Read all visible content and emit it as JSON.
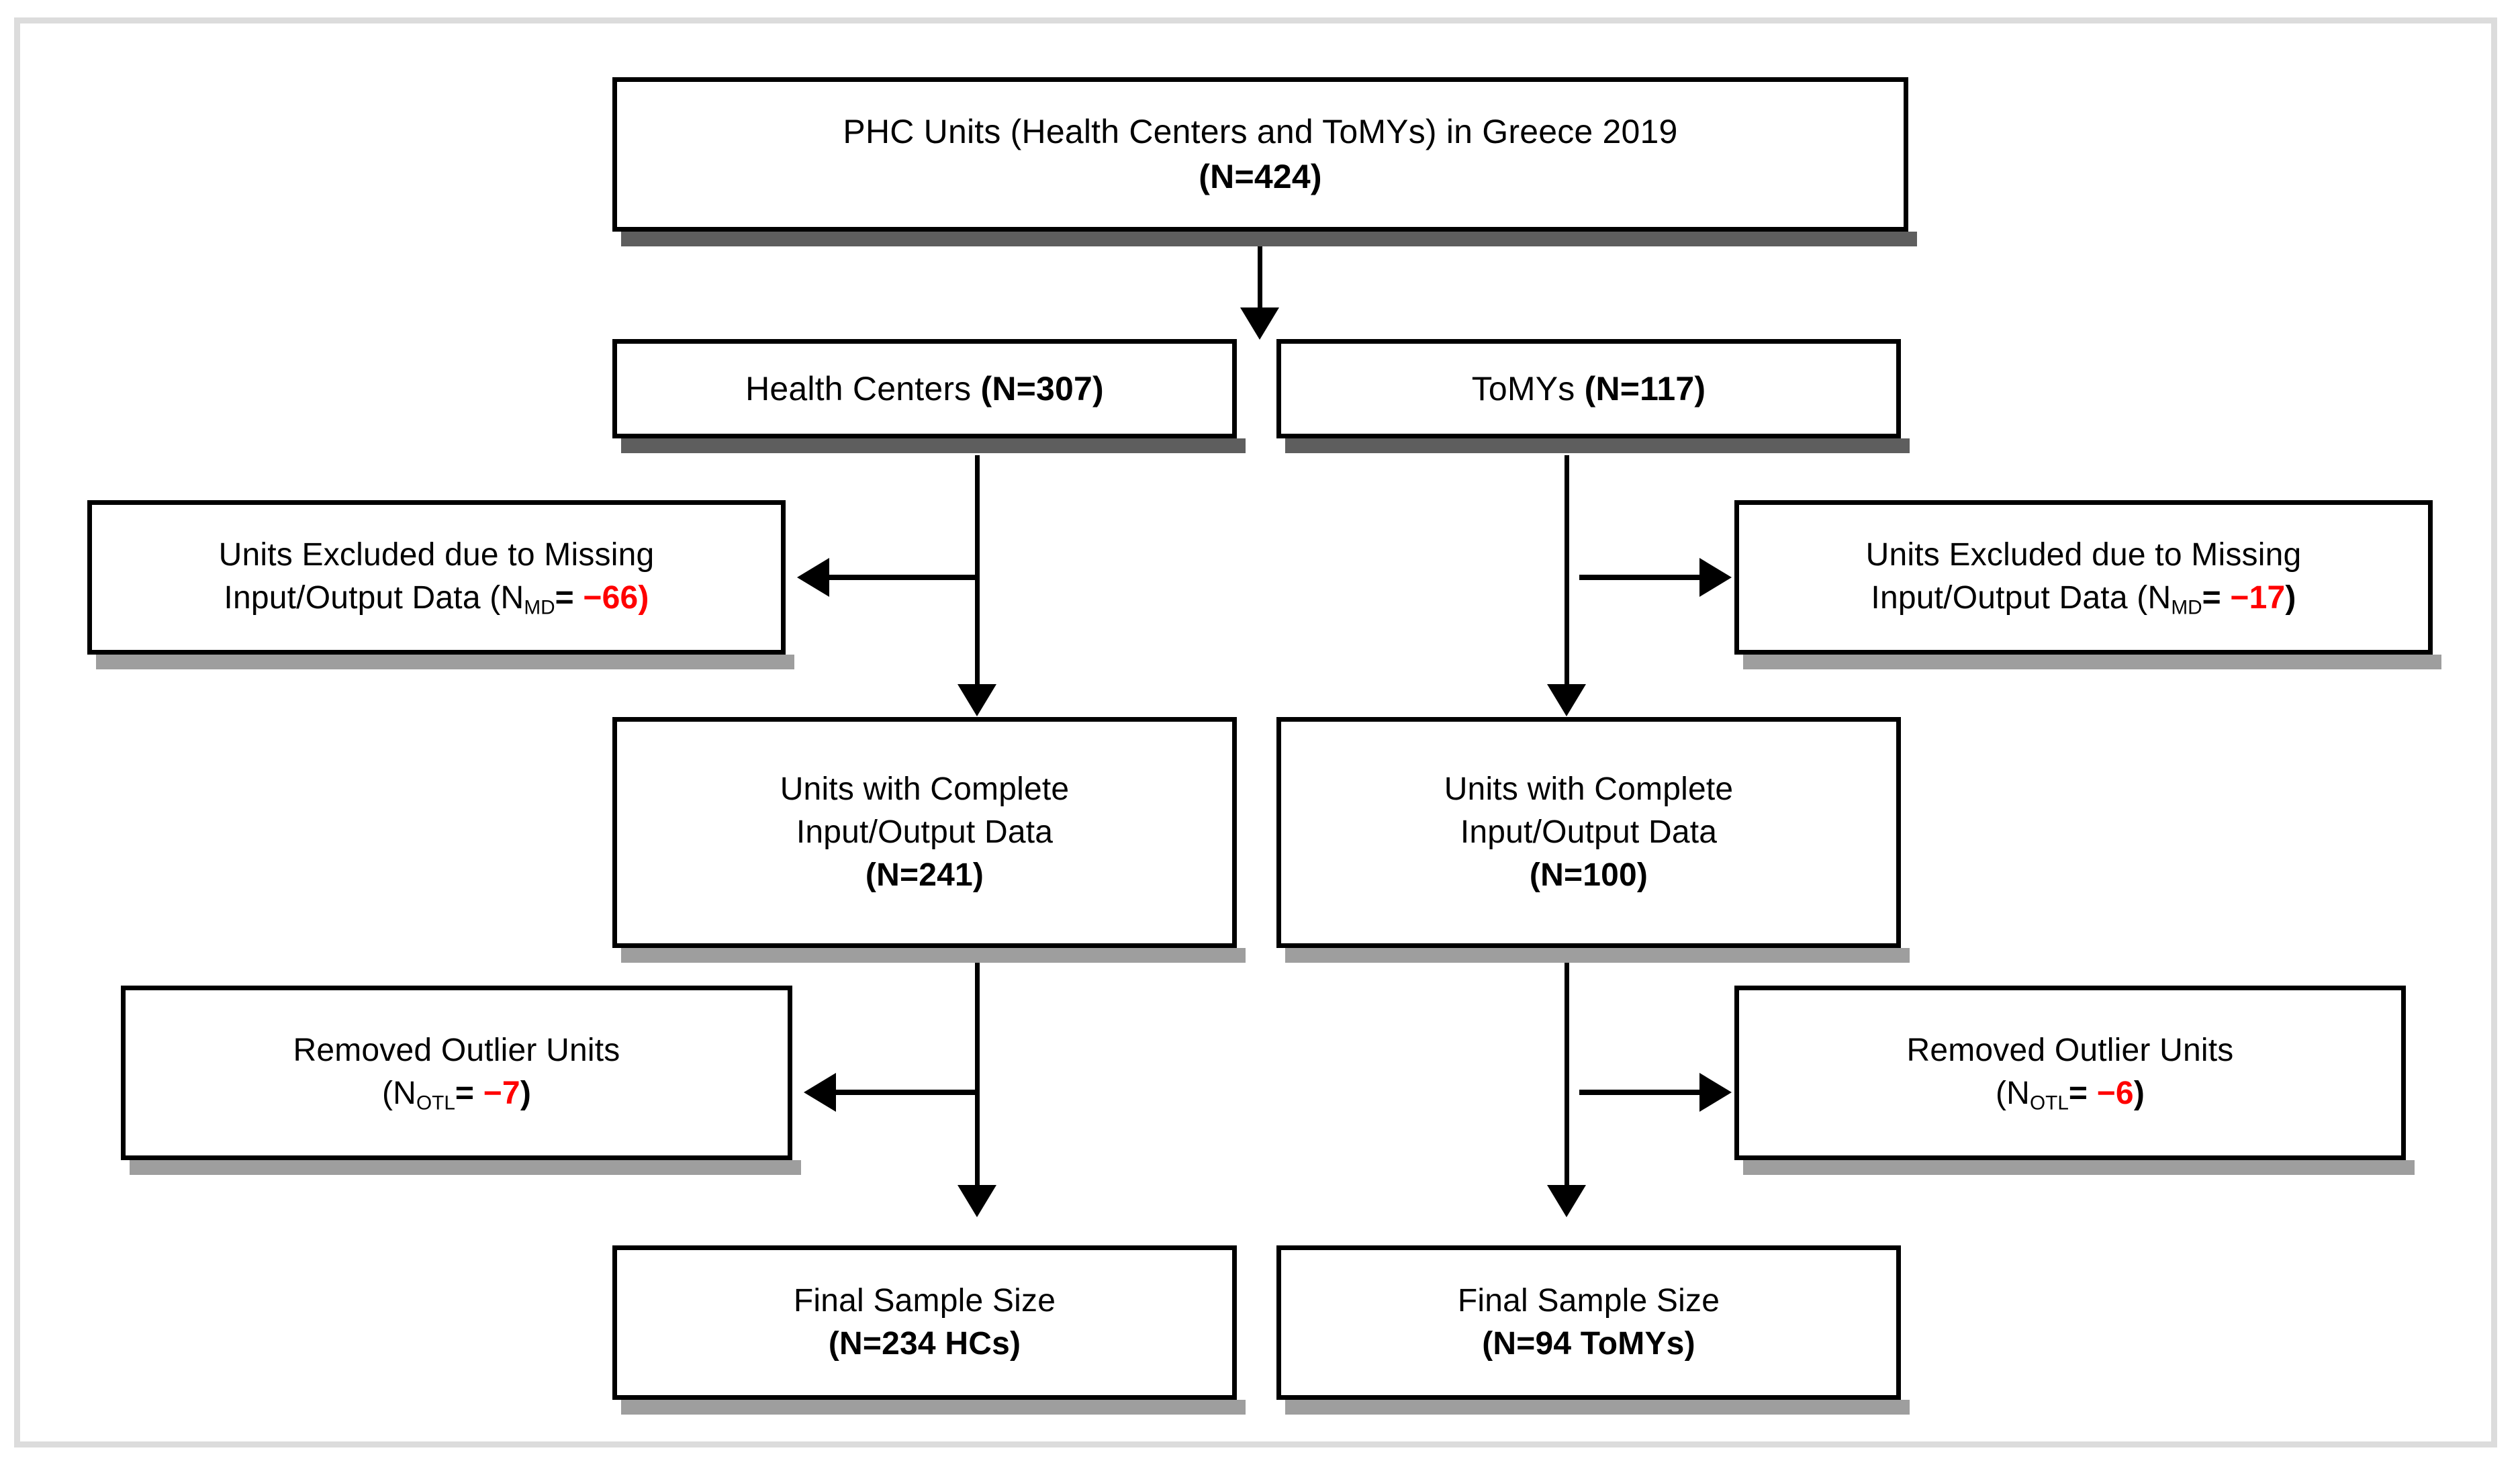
{
  "figure": {
    "type": "flowchart",
    "title": "PHC study sample selection flow diagram",
    "accent_red": "#ff0000",
    "box_border": "#000000",
    "shadow_color": "#9e9e9e",
    "frame_color": "#dcdcdc"
  },
  "nodes": {
    "source": {
      "line1": "PHC Units (Health Centers and ToMYs) in Greece 2019",
      "line2": "(N=424)",
      "n": 424
    },
    "hc_branch": {
      "label": "Health Centers ",
      "count": "(N=307)",
      "n": 307
    },
    "tomy_branch": {
      "label": "ToMYs ",
      "count": "(N=117)",
      "n": 117
    },
    "hc_excluded": {
      "line1": "Units Excluded due to Missing",
      "line2_pre": "Input/Output Data (N",
      "line2_sub": "MD",
      "line2_eq": "= ",
      "line2_val": "−66)",
      "n": -66
    },
    "tomy_excluded": {
      "line1": "Units Excluded due to Missing",
      "line2_pre": "Input/Output Data (N",
      "line2_sub": "MD",
      "line2_eq": "= ",
      "line2_val": "−17",
      "line2_post": ")",
      "n": -17
    },
    "hc_complete": {
      "line1": "Units with Complete",
      "line2": "Input/Output Data",
      "line3": "(N=241)",
      "n": 241
    },
    "tomy_complete": {
      "line1": "Units with Complete",
      "line2": "Input/Output Data",
      "line3": "(N=100)",
      "n": 100
    },
    "hc_outliers": {
      "line1": "Removed Outlier Units",
      "line2_pre": "(N",
      "line2_sub": "OTL",
      "line2_eq": "= ",
      "line2_val": "−7",
      "line2_post": ")",
      "n": -7
    },
    "tomy_outliers": {
      "line1": "Removed Outlier Units",
      "line2_pre": "(N",
      "line2_sub": "OTL",
      "line2_eq": "= ",
      "line2_val": "−6",
      "line2_post": ")",
      "n": -6
    },
    "hc_final": {
      "line1": "Final Sample Size",
      "line2": "(N=234 HCs)",
      "n": 234
    },
    "tomy_final": {
      "line1": "Final Sample Size",
      "line2": "(N=94 ToMYs)",
      "n": 94
    }
  }
}
